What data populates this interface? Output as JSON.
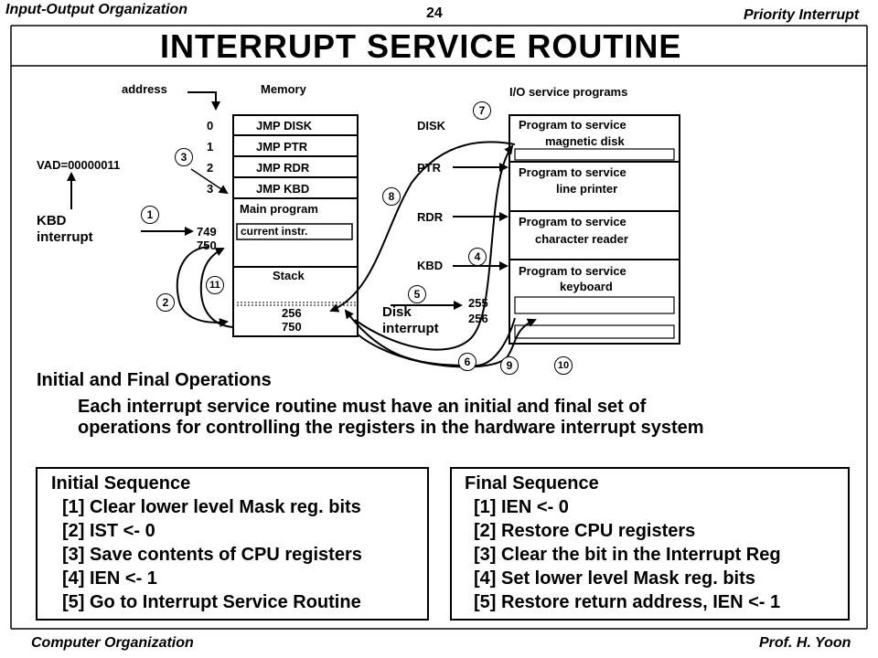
{
  "header": {
    "left": "Input-Output Organization",
    "page": "24",
    "right": "Priority Interrupt"
  },
  "title": "INTERRUPT  SERVICE  ROUTINE",
  "diagram": {
    "address_label": "address",
    "memory_label": "Memory",
    "io_label": "I/O service programs",
    "addresses": [
      "0",
      "1",
      "2",
      "3"
    ],
    "jumps": [
      "JMP  DISK",
      "JMP  PTR",
      "JMP  RDR",
      "JMP  KBD"
    ],
    "vad": "VAD=00000011",
    "kbd_interrupt_1": "KBD",
    "kbd_interrupt_2": "interrupt",
    "main_program": "Main program",
    "current_instr": "current instr.",
    "addr_749": "749",
    "addr_750": "750",
    "stack": "Stack",
    "stack_256": "256",
    "stack_750": "750",
    "devices": [
      "DISK",
      "PTR",
      "RDR",
      "KBD"
    ],
    "programs": [
      {
        "line1": "Program to service",
        "line2": "magnetic disk"
      },
      {
        "line1": "Program to service",
        "line2": "line printer"
      },
      {
        "line1": "Program to service",
        "line2": "character reader"
      },
      {
        "line1": "Program to service",
        "line2": "keyboard"
      }
    ],
    "disk_interrupt_1": "Disk",
    "disk_interrupt_2": "interrupt",
    "addr_255": "255",
    "addr_256": "256",
    "steps": [
      "1",
      "2",
      "3",
      "4",
      "5",
      "6",
      "7",
      "8",
      "9",
      "10",
      "11"
    ]
  },
  "ops": {
    "heading": "Initial and Final Operations",
    "line1": "Each interrupt service routine must have an initial and final set of",
    "line2": "operations for controlling the registers in the hardware interrupt system"
  },
  "initial": {
    "title": "Initial Sequence",
    "items": [
      "[1] Clear lower level Mask reg. bits",
      "[2] IST <- 0",
      "[3] Save contents of CPU registers",
      "[4] IEN <- 1",
      "[5] Go to Interrupt Service Routine"
    ]
  },
  "final": {
    "title": "Final Sequence",
    "items": [
      "[1] IEN <- 0",
      "[2] Restore CPU registers",
      "[3] Clear the bit in the Interrupt Reg",
      "[4] Set lower level Mask reg. bits",
      "[5] Restore return address, IEN <- 1"
    ]
  },
  "footer": {
    "left": "Computer Organization",
    "right": "Prof.  H. Yoon"
  }
}
